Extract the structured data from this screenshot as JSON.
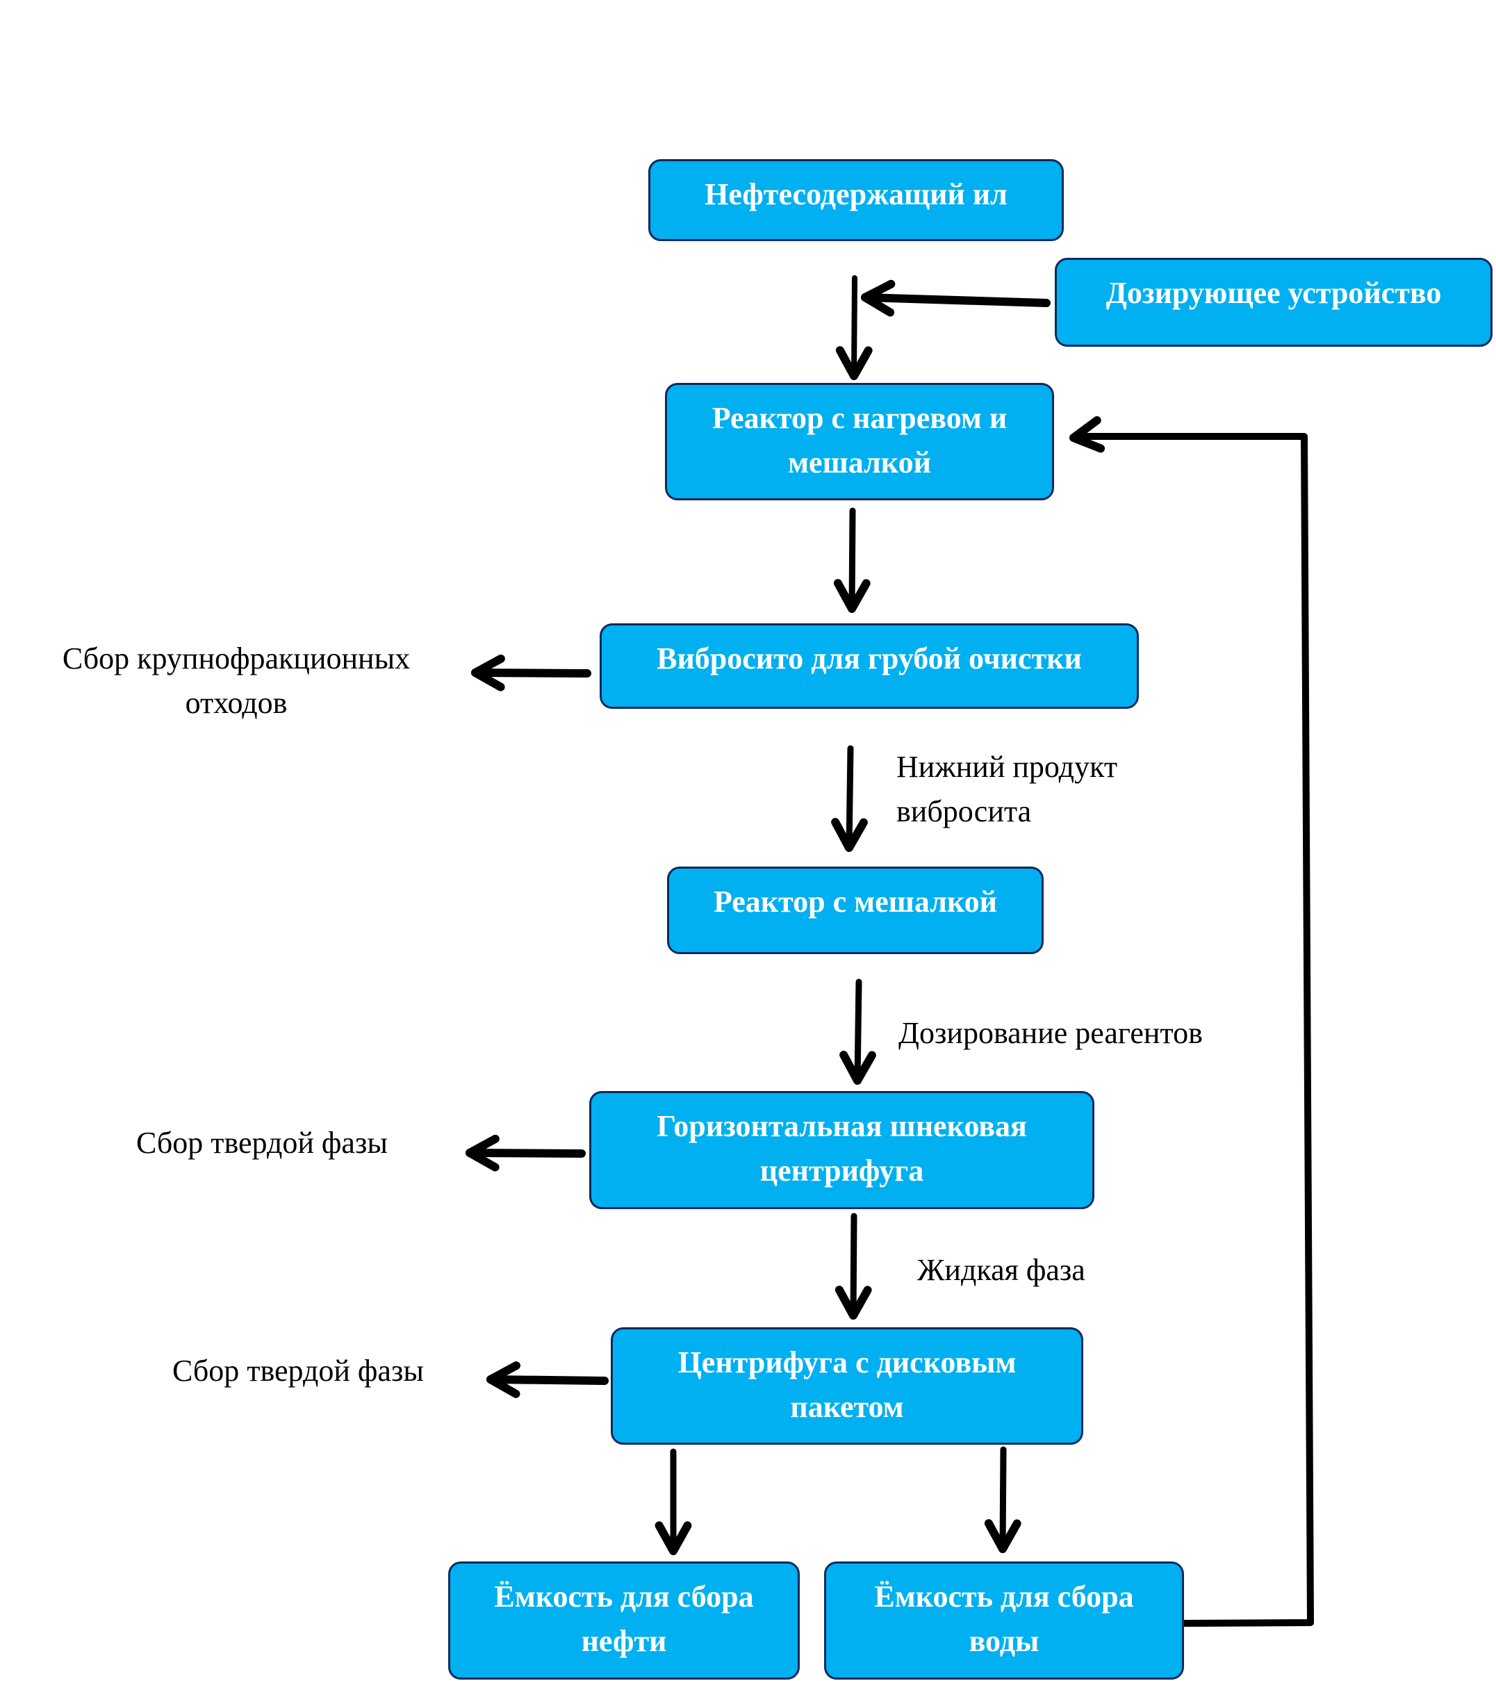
{
  "diagram": {
    "type": "process-flowchart",
    "colors": {
      "box_fill": "#00B0F0",
      "box_border": "#0E2A5C",
      "box_text": "#FFFFFF",
      "arrow": "#000000",
      "label_text": "#000000"
    },
    "nodes": {
      "oily_sludge": {
        "lines": [
          "Нефтесодержащий ил"
        ]
      },
      "dosing_device": {
        "lines": [
          "Дозирующее устройство"
        ]
      },
      "heated_reactor": {
        "lines": [
          "Реактор с нагревом и",
          "мешалкой"
        ]
      },
      "vibro_sieve": {
        "lines": [
          "Вибросито для грубой очистки"
        ]
      },
      "stirred_reactor": {
        "lines": [
          "Реактор с мешалкой"
        ]
      },
      "decanter": {
        "lines": [
          "Горизонтальная шнековая",
          "центрифуга"
        ]
      },
      "disc_centrifuge": {
        "lines": [
          "Центрифуга с дисковым",
          "пакетом"
        ]
      },
      "oil_tank": {
        "lines": [
          "Ёмкость для сбора",
          "нефти"
        ]
      },
      "water_tank": {
        "lines": [
          "Ёмкость для сбора",
          "воды"
        ]
      }
    },
    "labels": {
      "coarse_waste": {
        "lines": [
          "Сбор крупнофракционных",
          "отходов"
        ]
      },
      "sieve_underflow": {
        "lines": [
          "Нижний продукт",
          "вибросита"
        ]
      },
      "reagent_dosing": {
        "lines": [
          "Дозирование реагентов"
        ]
      },
      "solid_phase_1": {
        "lines": [
          "Сбор твердой фазы"
        ]
      },
      "liquid_phase": {
        "lines": [
          "Жидкая фаза"
        ]
      },
      "solid_phase_2": {
        "lines": [
          "Сбор твердой фазы"
        ]
      }
    },
    "edges": [
      {
        "from": "oily_sludge",
        "to": "heated_reactor"
      },
      {
        "from": "dosing_device",
        "to": "heated_reactor"
      },
      {
        "from": "heated_reactor",
        "to": "vibro_sieve"
      },
      {
        "from": "vibro_sieve",
        "to": "coarse_waste"
      },
      {
        "from": "vibro_sieve",
        "to": "stirred_reactor",
        "label": "sieve_underflow"
      },
      {
        "from": "stirred_reactor",
        "to": "decanter",
        "label": "reagent_dosing"
      },
      {
        "from": "decanter",
        "to": "solid_phase_1"
      },
      {
        "from": "decanter",
        "to": "disc_centrifuge",
        "label": "liquid_phase"
      },
      {
        "from": "disc_centrifuge",
        "to": "solid_phase_2"
      },
      {
        "from": "disc_centrifuge",
        "to": "oil_tank"
      },
      {
        "from": "disc_centrifuge",
        "to": "water_tank"
      },
      {
        "from": "water_tank",
        "to": "heated_reactor",
        "type": "recycle"
      }
    ]
  }
}
